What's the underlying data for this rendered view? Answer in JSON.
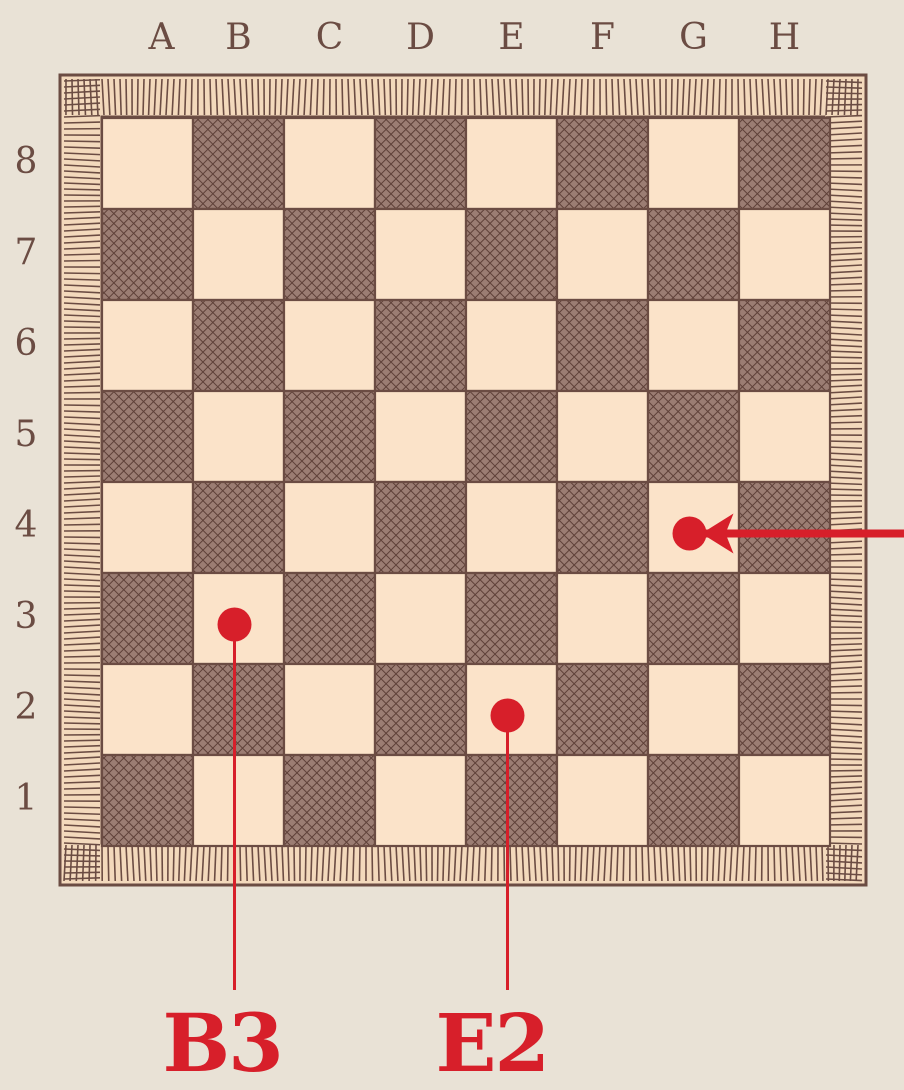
{
  "board": {
    "files": [
      "A",
      "B",
      "C",
      "D",
      "E",
      "F",
      "G",
      "H"
    ],
    "ranks": [
      "8",
      "7",
      "6",
      "5",
      "4",
      "3",
      "2",
      "1"
    ],
    "colors": {
      "background": "#e9e2d6",
      "light_square": "#fbe3c9",
      "dark_square": "#8a6b62",
      "ink": "#6b4c43",
      "frame_fill": "#f3d9bc"
    }
  },
  "markers": [
    {
      "square": "B3",
      "file": "B",
      "rank": "3",
      "callout": "B3",
      "color": "#d71f2a"
    },
    {
      "square": "E2",
      "file": "E",
      "rank": "2",
      "callout": "E2",
      "color": "#d71f2a"
    },
    {
      "square": "G4",
      "file": "G",
      "rank": "4",
      "callout": "",
      "pointer": "arrow-from-right",
      "color": "#d71f2a"
    }
  ]
}
